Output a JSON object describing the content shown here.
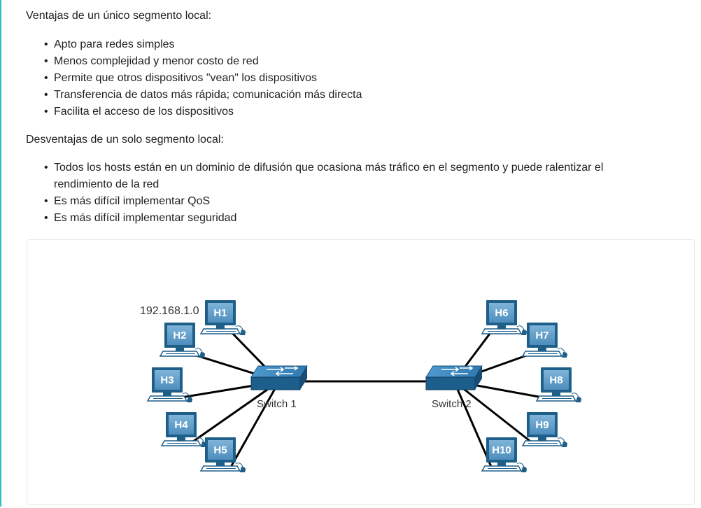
{
  "advantages": {
    "heading": "Ventajas de un único segmento local:",
    "items": [
      "Apto para redes simples",
      "Menos complejidad y menor costo de red",
      "Permite que otros dispositivos \"vean\" los dispositivos",
      "Transferencia de datos más rápida; comunicación más directa",
      "Facilita el acceso de los dispositivos"
    ]
  },
  "disadvantages": {
    "heading": "Desventajas de un solo segmento local:",
    "items": [
      "Todos los hosts están en un dominio de difusión que ocasiona más tráfico en el segmento y puede ralentizar el rendimiento de la red",
      "Es más difícil implementar QoS",
      "Es más difícil implementar seguridad"
    ]
  },
  "diagram": {
    "network_label": "192.168.1.0",
    "switches": [
      "Switch 1",
      "Switch 2"
    ],
    "hosts": [
      "H1",
      "H2",
      "H3",
      "H4",
      "H5",
      "H6",
      "H7",
      "H8",
      "H9",
      "H10"
    ],
    "colors": {
      "host_screen": "#5b9bc8",
      "host_body": "#1e5f8a",
      "switch_top": "#3e8fc4",
      "switch_front": "#1c5e8c",
      "link": "#000000"
    }
  }
}
